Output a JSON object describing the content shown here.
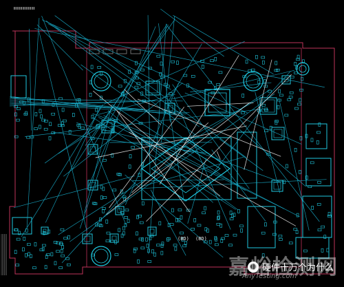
{
  "image": {
    "kind": "pcb-layout-screenshot",
    "background": "#000000",
    "colors": {
      "trace": "#19b3d2",
      "component": "#1fc9e0",
      "outline": "#c0335a",
      "highlight": "#ffffff",
      "pad": "#8a8a8a"
    }
  },
  "silkscreen": {
    "label_a": "(BD)",
    "label_b": "(BD)"
  },
  "watermark": {
    "main_text": "嘉峪检测网",
    "site_text": "AnyTesting.com",
    "wechat_tag": "硬件十万个为什么",
    "icon": "wechat-icon"
  }
}
